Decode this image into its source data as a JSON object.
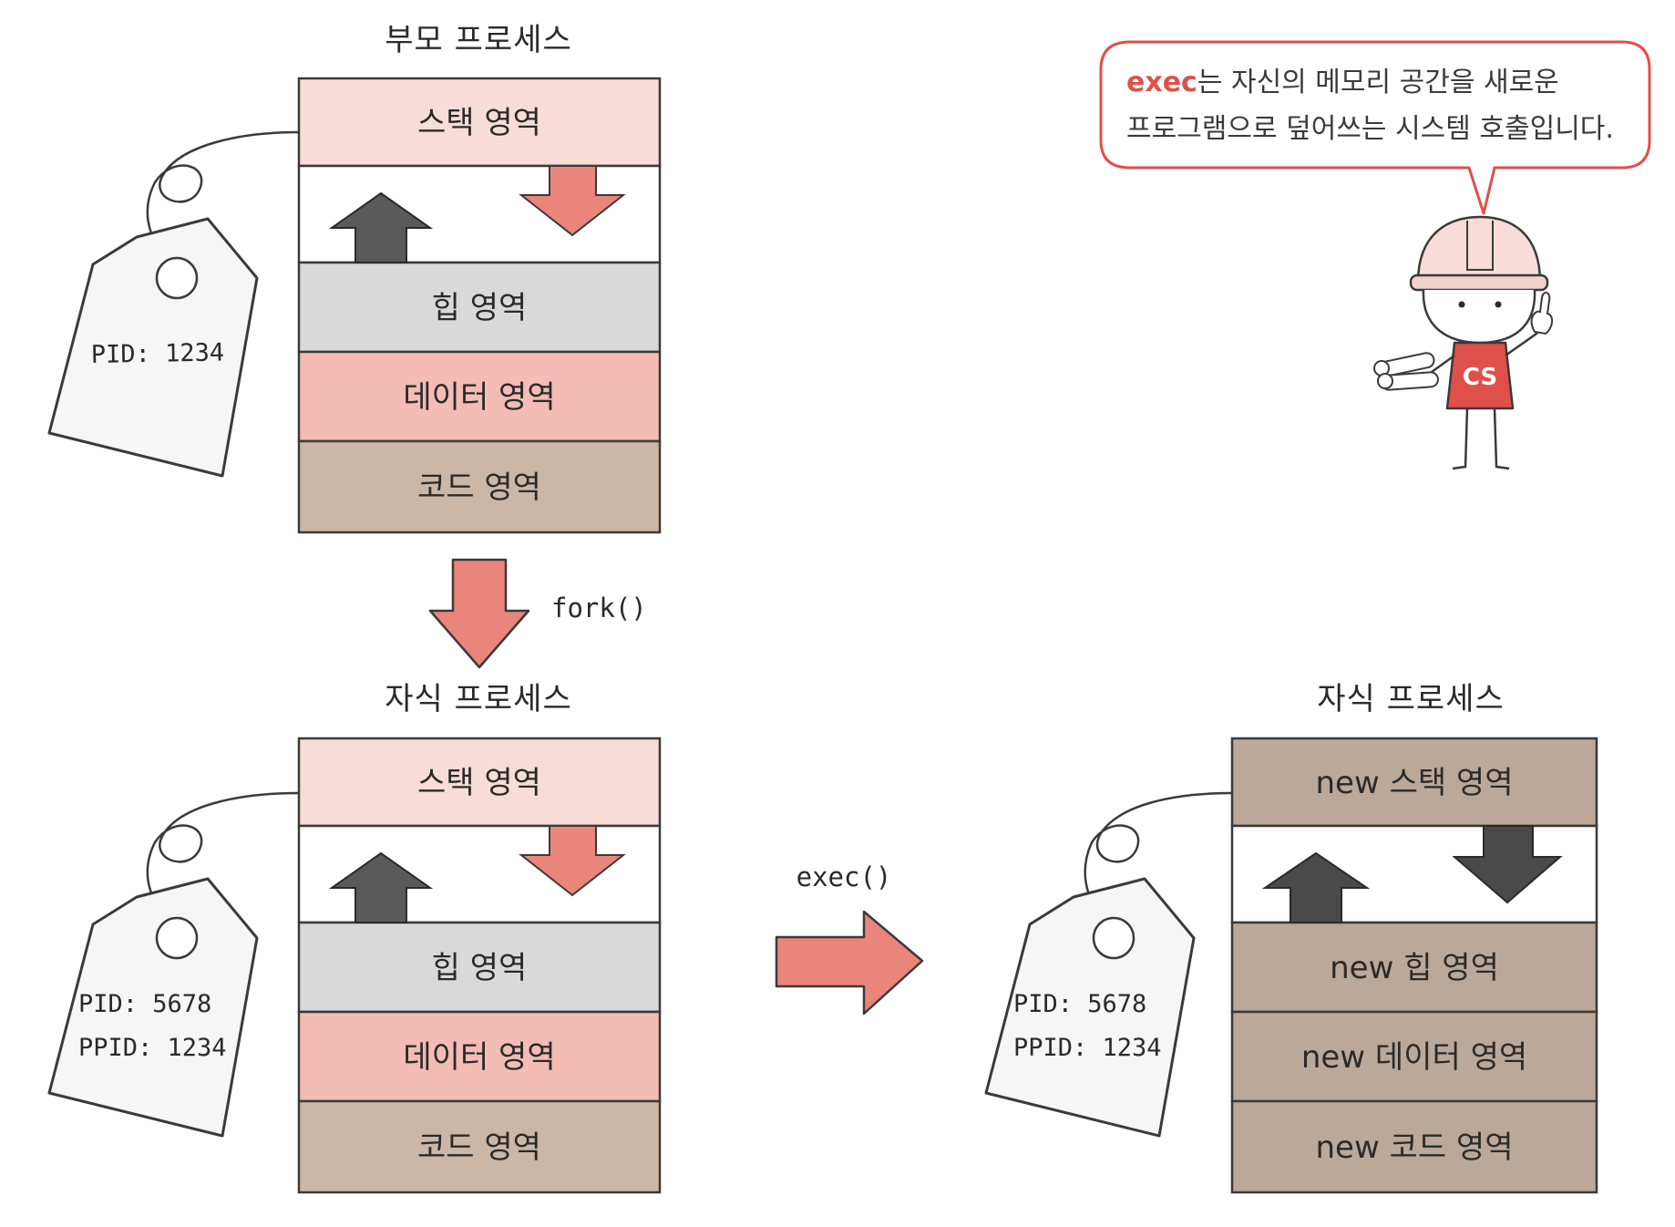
{
  "parent": {
    "title": "부모 프로세스",
    "segments": [
      "스택 영역",
      "힙 영역",
      "데이터 영역",
      "코드 영역"
    ],
    "tag": [
      "PID: 1234"
    ]
  },
  "fork_label": "fork()",
  "child": {
    "title": "자식 프로세스",
    "segments": [
      "스택 영역",
      "힙 영역",
      "데이터 영역",
      "코드 영역"
    ],
    "tag": [
      "PID: 5678",
      "PPID: 1234"
    ]
  },
  "exec_label": "exec()",
  "exec_child": {
    "title": "자식 프로세스",
    "segments": [
      "new 스택 영역",
      "new 힙 영역",
      "new 데이터 영역",
      "new 코드 영역"
    ],
    "tag": [
      "PID: 5678",
      "PPID: 1234"
    ]
  },
  "bubble": {
    "keyword": "exec",
    "line1_rest": "는 자신의 메모리 공간을 새로운",
    "line2": "프로그램으로 덮어쓰는 시스템 호출입니다."
  },
  "mascot": {
    "badge": "CS"
  },
  "colors": {
    "stack": "#f8dcd8",
    "heap": "#d9d9d9",
    "data": "#f3bcb4",
    "code": "#ccb7a6",
    "new_segment": "#bca898",
    "arrow_red": "#e9857b",
    "arrow_dark": "#5a5a5a",
    "accent": "#e0504a",
    "outline": "#3a3a3a"
  }
}
